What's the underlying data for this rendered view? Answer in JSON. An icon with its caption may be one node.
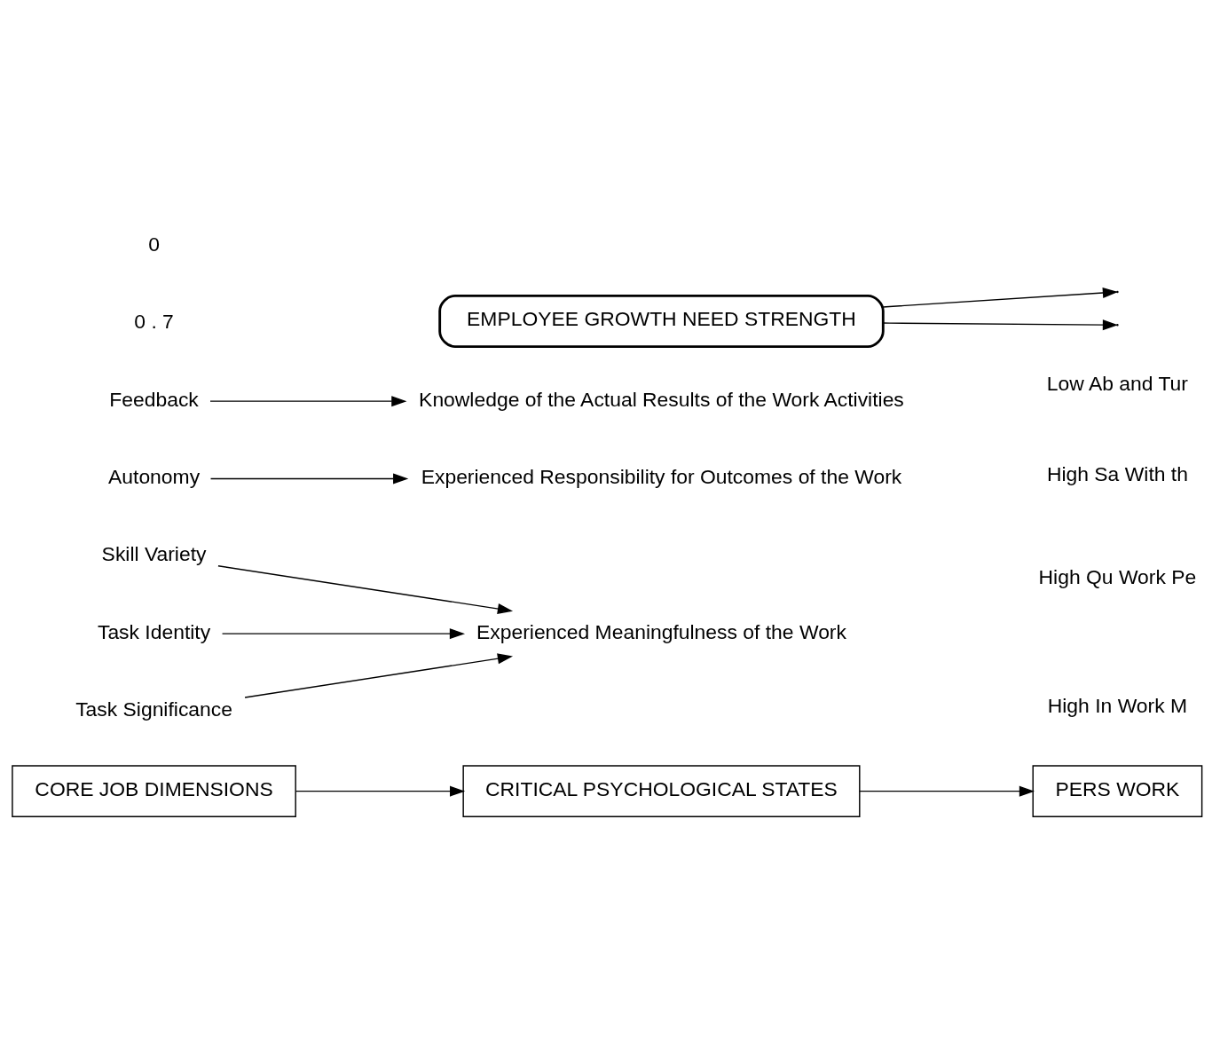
{
  "diagram": {
    "nodes": [
      {
        "text": [
          "CORE JOB DIMENSIONS"
        ]
      },
      {
        "text": [
          "CRITICAL PSYCHOLOGICAL STATES"
        ]
      },
      {
        "text": [
          "PERS WORK"
        ]
      },
      {
        "text": [
          "Skill Variety"
        ]
      },
      {
        "text": [
          "Task Identity"
        ]
      },
      {
        "text": [
          "Task Significance"
        ]
      },
      {
        "text": [
          "Experienced Meaningfulness of the Work"
        ]
      },
      {
        "text": [
          "Autonomy"
        ]
      },
      {
        "text": [
          "Experienced Responsibility for Outcomes of the Work"
        ]
      },
      {
        "text": [
          "Feedback"
        ]
      },
      {
        "text": [
          "Knowledge of the Actual Results of the Work Activities"
        ]
      },
      {
        "text": [
          "High In Work M"
        ]
      },
      {
        "text": [
          "High Qu Work Pe"
        ]
      },
      {
        "text": [
          "High Sa With th"
        ]
      },
      {
        "text": [
          "Low Ab and Tur"
        ]
      },
      {
        "text": [
          "EMPLOYEE GROWTH NEED STRENGTH"
        ]
      }
    ],
    "edges": [
      {
        "from": 0,
        "to": 1,
        "arrow": "to"
      },
      {
        "from": 1,
        "to": 2,
        "arrow": "to"
      },
      {
        "from": 3,
        "to": 6,
        "arrow": "to"
      },
      {
        "from": 4,
        "to": 6,
        "arrow": "to"
      },
      {
        "from": 5,
        "to": 6,
        "arrow": "to"
      },
      {
        "from": 7,
        "to": 8,
        "arrow": "to"
      },
      {
        "from": 9,
        "to": 10,
        "arrow": "to"
      },
      {
        "from": 15,
        "to": null,
        "arrow": "to"
      },
      {
        "from": 15,
        "to": null,
        "arrow": "to"
      }
    ],
    "labels": [
      "0 . 7",
      "0"
    ]
  }
}
